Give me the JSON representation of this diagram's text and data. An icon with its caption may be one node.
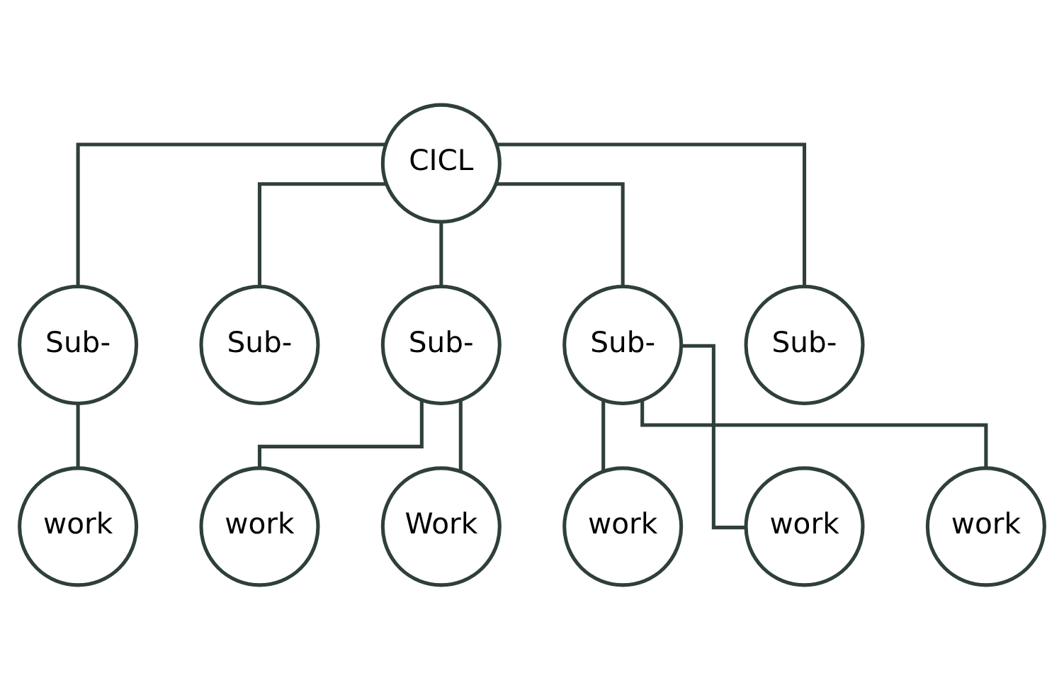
{
  "diagram": {
    "nodes": [
      {
        "text": [
          "CICL"
        ]
      },
      {
        "text": [
          "Sub-"
        ]
      },
      {
        "text": [
          "Sub-"
        ]
      },
      {
        "text": [
          "Sub-"
        ]
      },
      {
        "text": [
          "Sub-"
        ]
      },
      {
        "text": [
          "Sub-"
        ]
      },
      {
        "text": [
          "work"
        ]
      },
      {
        "text": [
          "work"
        ]
      },
      {
        "text": [
          "Work"
        ]
      },
      {
        "text": [
          "work"
        ]
      },
      {
        "text": [
          "work"
        ]
      },
      {
        "text": [
          "work"
        ]
      }
    ],
    "edges": [
      {
        "from": 0,
        "to": 1,
        "arrow": "none"
      },
      {
        "from": 0,
        "to": 2,
        "arrow": "none"
      },
      {
        "from": 0,
        "to": 3,
        "arrow": "none"
      },
      {
        "from": 0,
        "to": 4,
        "arrow": "none"
      },
      {
        "from": 0,
        "to": 5,
        "arrow": "none"
      },
      {
        "from": 1,
        "to": 6,
        "arrow": "none"
      },
      {
        "from": 3,
        "to": 7,
        "arrow": "none"
      },
      {
        "from": 3,
        "to": 8,
        "arrow": "none"
      },
      {
        "from": 4,
        "to": 9,
        "arrow": "none"
      },
      {
        "from": 4,
        "to": 10,
        "arrow": "none"
      },
      {
        "from": 4,
        "to": 11,
        "arrow": "none"
      }
    ]
  }
}
